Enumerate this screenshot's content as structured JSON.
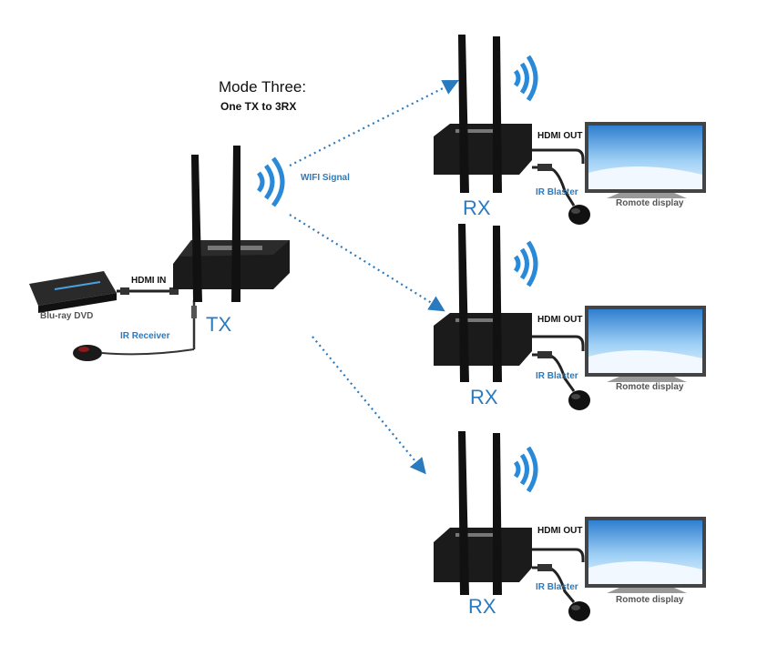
{
  "header": {
    "mode_title": "Mode Three:",
    "mode_subtitle": "One TX to 3RX"
  },
  "labels": {
    "wifi_signal": "WIFI Signal",
    "hdmi_in": "HDMI IN",
    "source_device": "Blu-ray DVD",
    "ir_receiver": "IR Receiver",
    "tx": "TX"
  },
  "receivers": [
    {
      "label": "RX",
      "hdmi_out": "HDMI OUT",
      "ir_blaster": "IR Blaster",
      "display": "Romote display"
    },
    {
      "label": "RX",
      "hdmi_out": "HDMI OUT",
      "ir_blaster": "IR Blaster",
      "display": "Romote display"
    },
    {
      "label": "RX",
      "hdmi_out": "HDMI OUT",
      "ir_blaster": "IR Blaster",
      "display": "Romote display"
    }
  ],
  "colors": {
    "accent_blue": "#2a7ac0",
    "device_black": "#1b1b1b",
    "screen_sky": "#5fa8e8"
  },
  "icons": [
    "wifi-icon",
    "antenna-icon",
    "hdmi-plug-icon",
    "tv-icon",
    "ir-sensor-icon",
    "bluray-player-icon"
  ]
}
